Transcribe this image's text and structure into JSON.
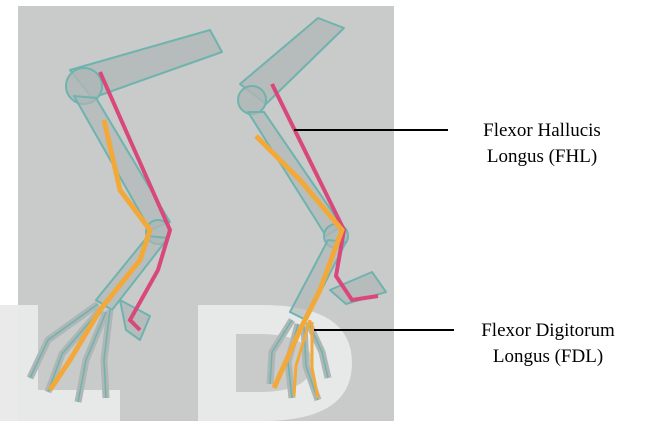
{
  "labels": {
    "fhl_line1": "Flexor Hallucis",
    "fhl_line2": "Longus (FHL)",
    "fdl_line1": "Flexor Digitorum",
    "fdl_line2": "Longus (FDL)"
  },
  "watermark": "LD",
  "colors": {
    "panel_bg": "#c9caca",
    "bone_fill": "#aeb7b5",
    "bone_outline": "#6fb3ae",
    "fhl_muscle": "#d9487b",
    "fdl_muscle": "#f2a93a",
    "watermark": "#e9e9e9",
    "leader_line": "#000000"
  }
}
